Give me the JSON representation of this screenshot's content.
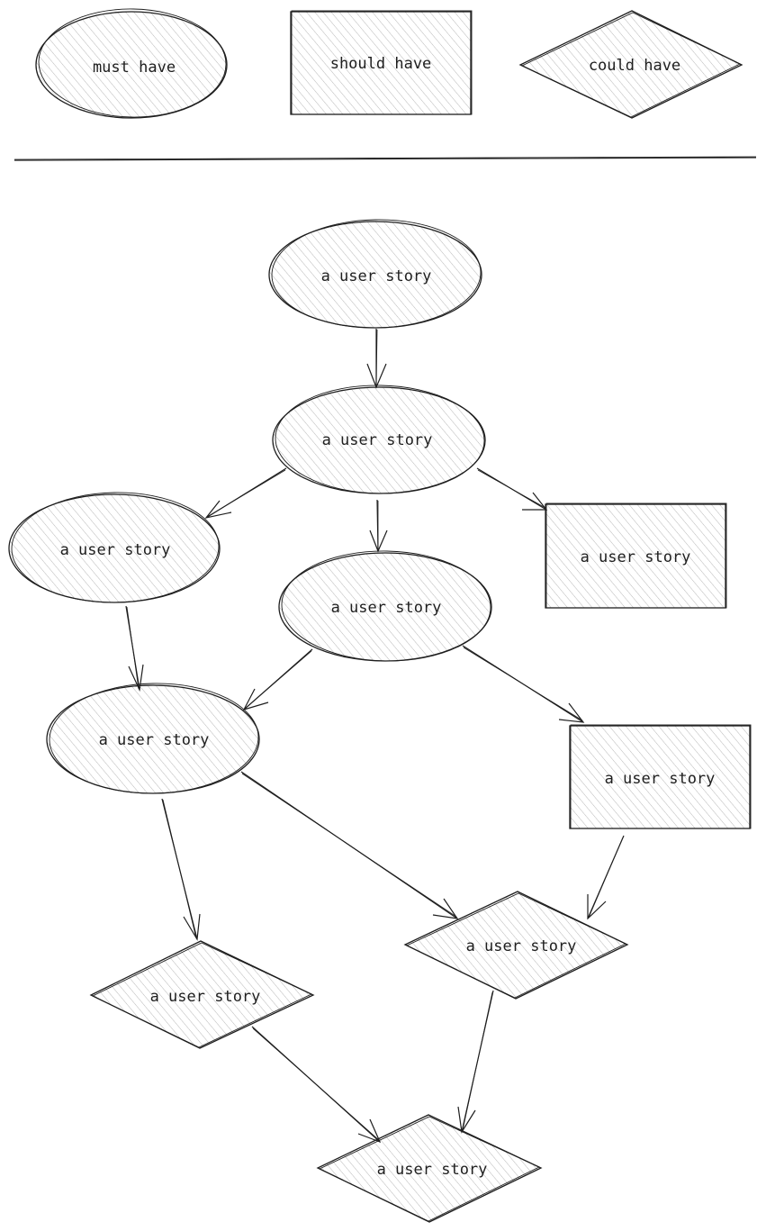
{
  "legend": {
    "must_have": "must have",
    "should_have": "should have",
    "could_have": "could have"
  },
  "nodes": {
    "n1": "a user story",
    "n2": "a user story",
    "n3": "a user story",
    "n4": "a user story",
    "n5": "a user story",
    "n6": "a user story",
    "n7": "a user story",
    "n8": "a user story",
    "n9": "a user story",
    "n10": "a user story"
  },
  "colors": {
    "stroke": "#1e1e1e",
    "hatch": "#b8b8b8",
    "background": "#ffffff"
  }
}
